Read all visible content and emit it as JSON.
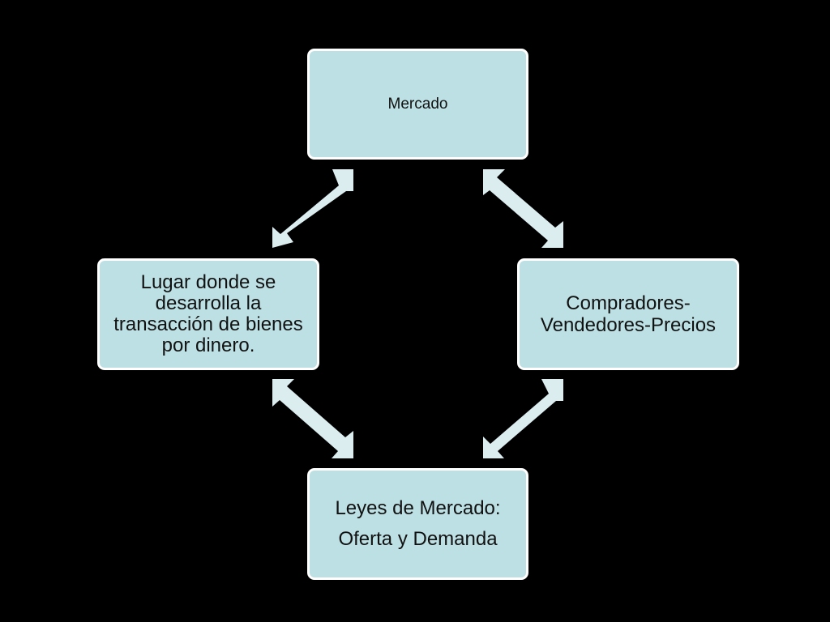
{
  "diagram": {
    "node_color": "#bde0e4",
    "arrow_color": "#dcedf0",
    "background_color": "#000000",
    "nodes": {
      "top": {
        "label": "Mercado"
      },
      "left": {
        "label": "Lugar donde se desarrolla la transacción de bienes por dinero."
      },
      "right": {
        "label": "Compradores-Vendedores-Precios"
      },
      "bottom": {
        "line1": "Leyes de Mercado:",
        "line2": "Oferta y Demanda"
      }
    }
  }
}
